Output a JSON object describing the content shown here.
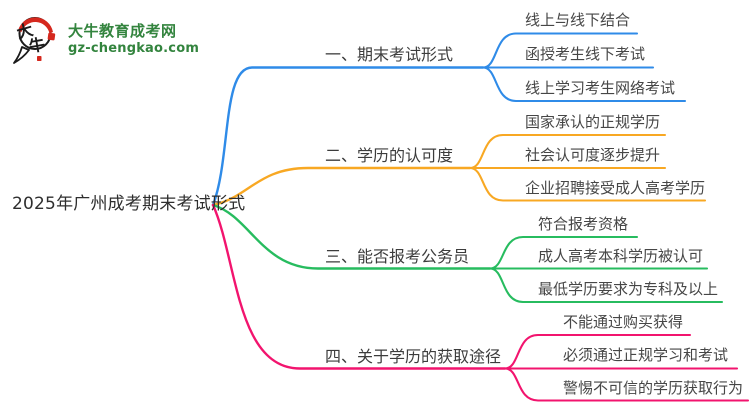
{
  "logo": {
    "mark_char_1": "大",
    "mark_char_2": "牛",
    "site_name": "大牛教育成考网",
    "site_url": "gz-chengkao.com"
  },
  "root": {
    "label": "2025年广州成考期末考试形式"
  },
  "branches": [
    {
      "label": "一、期末考试形式",
      "color": "#2F8BE8",
      "children": [
        "线上与线下结合",
        "函授考生线下考试",
        "线上学习考生网络考试"
      ]
    },
    {
      "label": "二、学历的认可度",
      "color": "#F8A823",
      "children": [
        "国家承认的正规学历",
        "社会认可度逐步提升",
        "企业招聘接受成人高考学历"
      ]
    },
    {
      "label": "三、能否报考公务员",
      "color": "#27BC5F",
      "children": [
        "符合报考资格",
        "成人高考本科学历被认可",
        "最低学历要求为专科及以上"
      ]
    },
    {
      "label": "四、关于学历的获取途径",
      "color": "#F2146E",
      "children": [
        "不能通过购买获得",
        "必须通过正规学习和考试",
        "警惕不可信的学历获取行为"
      ]
    }
  ],
  "colors": {
    "brand_green": "#33843E",
    "brand_red": "#D5281E",
    "ink": "#1B1B1B"
  }
}
